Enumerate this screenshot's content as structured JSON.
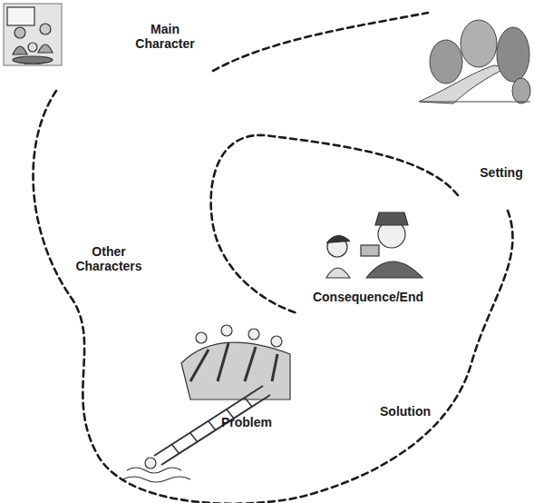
{
  "diagram": {
    "labels": [
      "Main Character",
      "Setting",
      "Other Characters",
      "Consequence/End",
      "Problem",
      "Solution"
    ]
  }
}
